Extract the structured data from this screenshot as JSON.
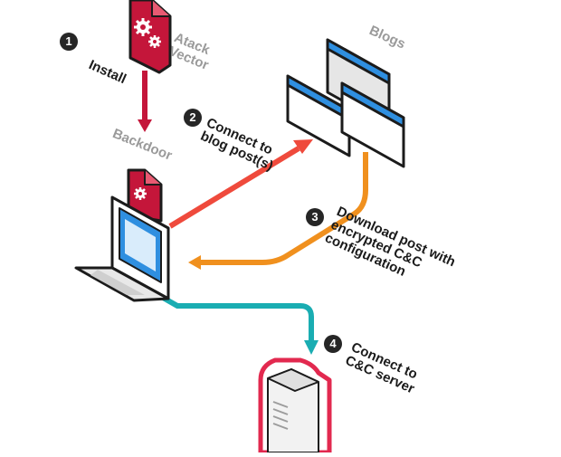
{
  "diagram": {
    "labels": {
      "attack_vector": "Atack Vector",
      "blogs": "Blogs",
      "backdoor": "Backdoor"
    },
    "steps": [
      {
        "number": "1",
        "text": "Install"
      },
      {
        "number": "2",
        "text": "Connect to blog post(s)"
      },
      {
        "number": "3",
        "text": "Download post with encrypted C&C configuration"
      },
      {
        "number": "4",
        "text": "Connect to C&C server"
      }
    ],
    "colors": {
      "install_arrow": "#c4163a",
      "connect_blog_arrow": "#ef4a3c",
      "download_arrow": "#f0901e",
      "connect_cc_arrow": "#1aadb2",
      "document_red": "#c4163a",
      "window_blue": "#2f8fe0",
      "outline": "#1b1b1b",
      "server_frame": "#e2294f"
    },
    "icons": [
      "gear-icon",
      "browser-window-icon",
      "laptop-icon",
      "server-icon"
    ]
  }
}
